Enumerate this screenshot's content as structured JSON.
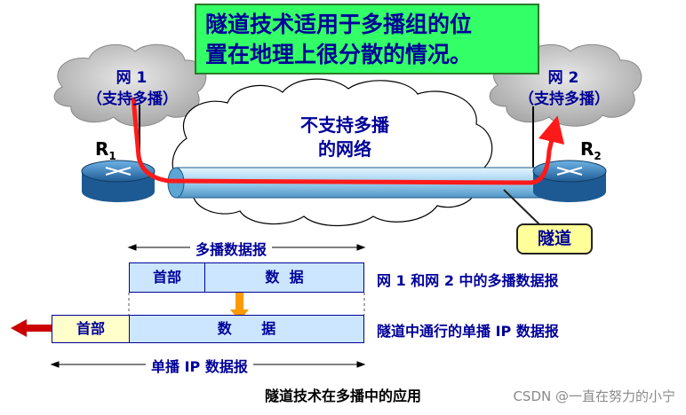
{
  "title": {
    "line1": "隧道技术适用于多播组的位",
    "line2": "置在地理上很分散的情况。"
  },
  "network1": {
    "name": "网 1",
    "support": "（支持多播）"
  },
  "network2": {
    "name": "网 2",
    "support": "（支持多播）"
  },
  "router1": {
    "letter": "R",
    "sub": "1"
  },
  "router2": {
    "letter": "R",
    "sub": "2"
  },
  "middle_network": {
    "line1": "不支持多播",
    "line2": "的网络"
  },
  "tunnel_label": "隧道",
  "multicast_datagram": {
    "dimension_label": "多播数据报",
    "header": "首部",
    "data": "数  据",
    "description": "网 1 和网 2 中的多播数据报"
  },
  "unicast_datagram": {
    "dimension_label": "单播 IP 数据报",
    "header": "首部",
    "data": "数      据",
    "description": "隧道中通行的单播 IP 数据报"
  },
  "caption": "隧道技术在多播中的应用",
  "watermark": "CSDN @一直在努力的小宁",
  "colors": {
    "text_blue": "#000099",
    "title_bg": "#33ff66",
    "box_fill": "#cce6ff",
    "header_fill": "#ffffcc",
    "tunnel_fill": "#a8d8f0",
    "path_red": "#ff1a1a",
    "arrow_orange": "#ff9900",
    "router_blue": "#2a6fb0"
  }
}
